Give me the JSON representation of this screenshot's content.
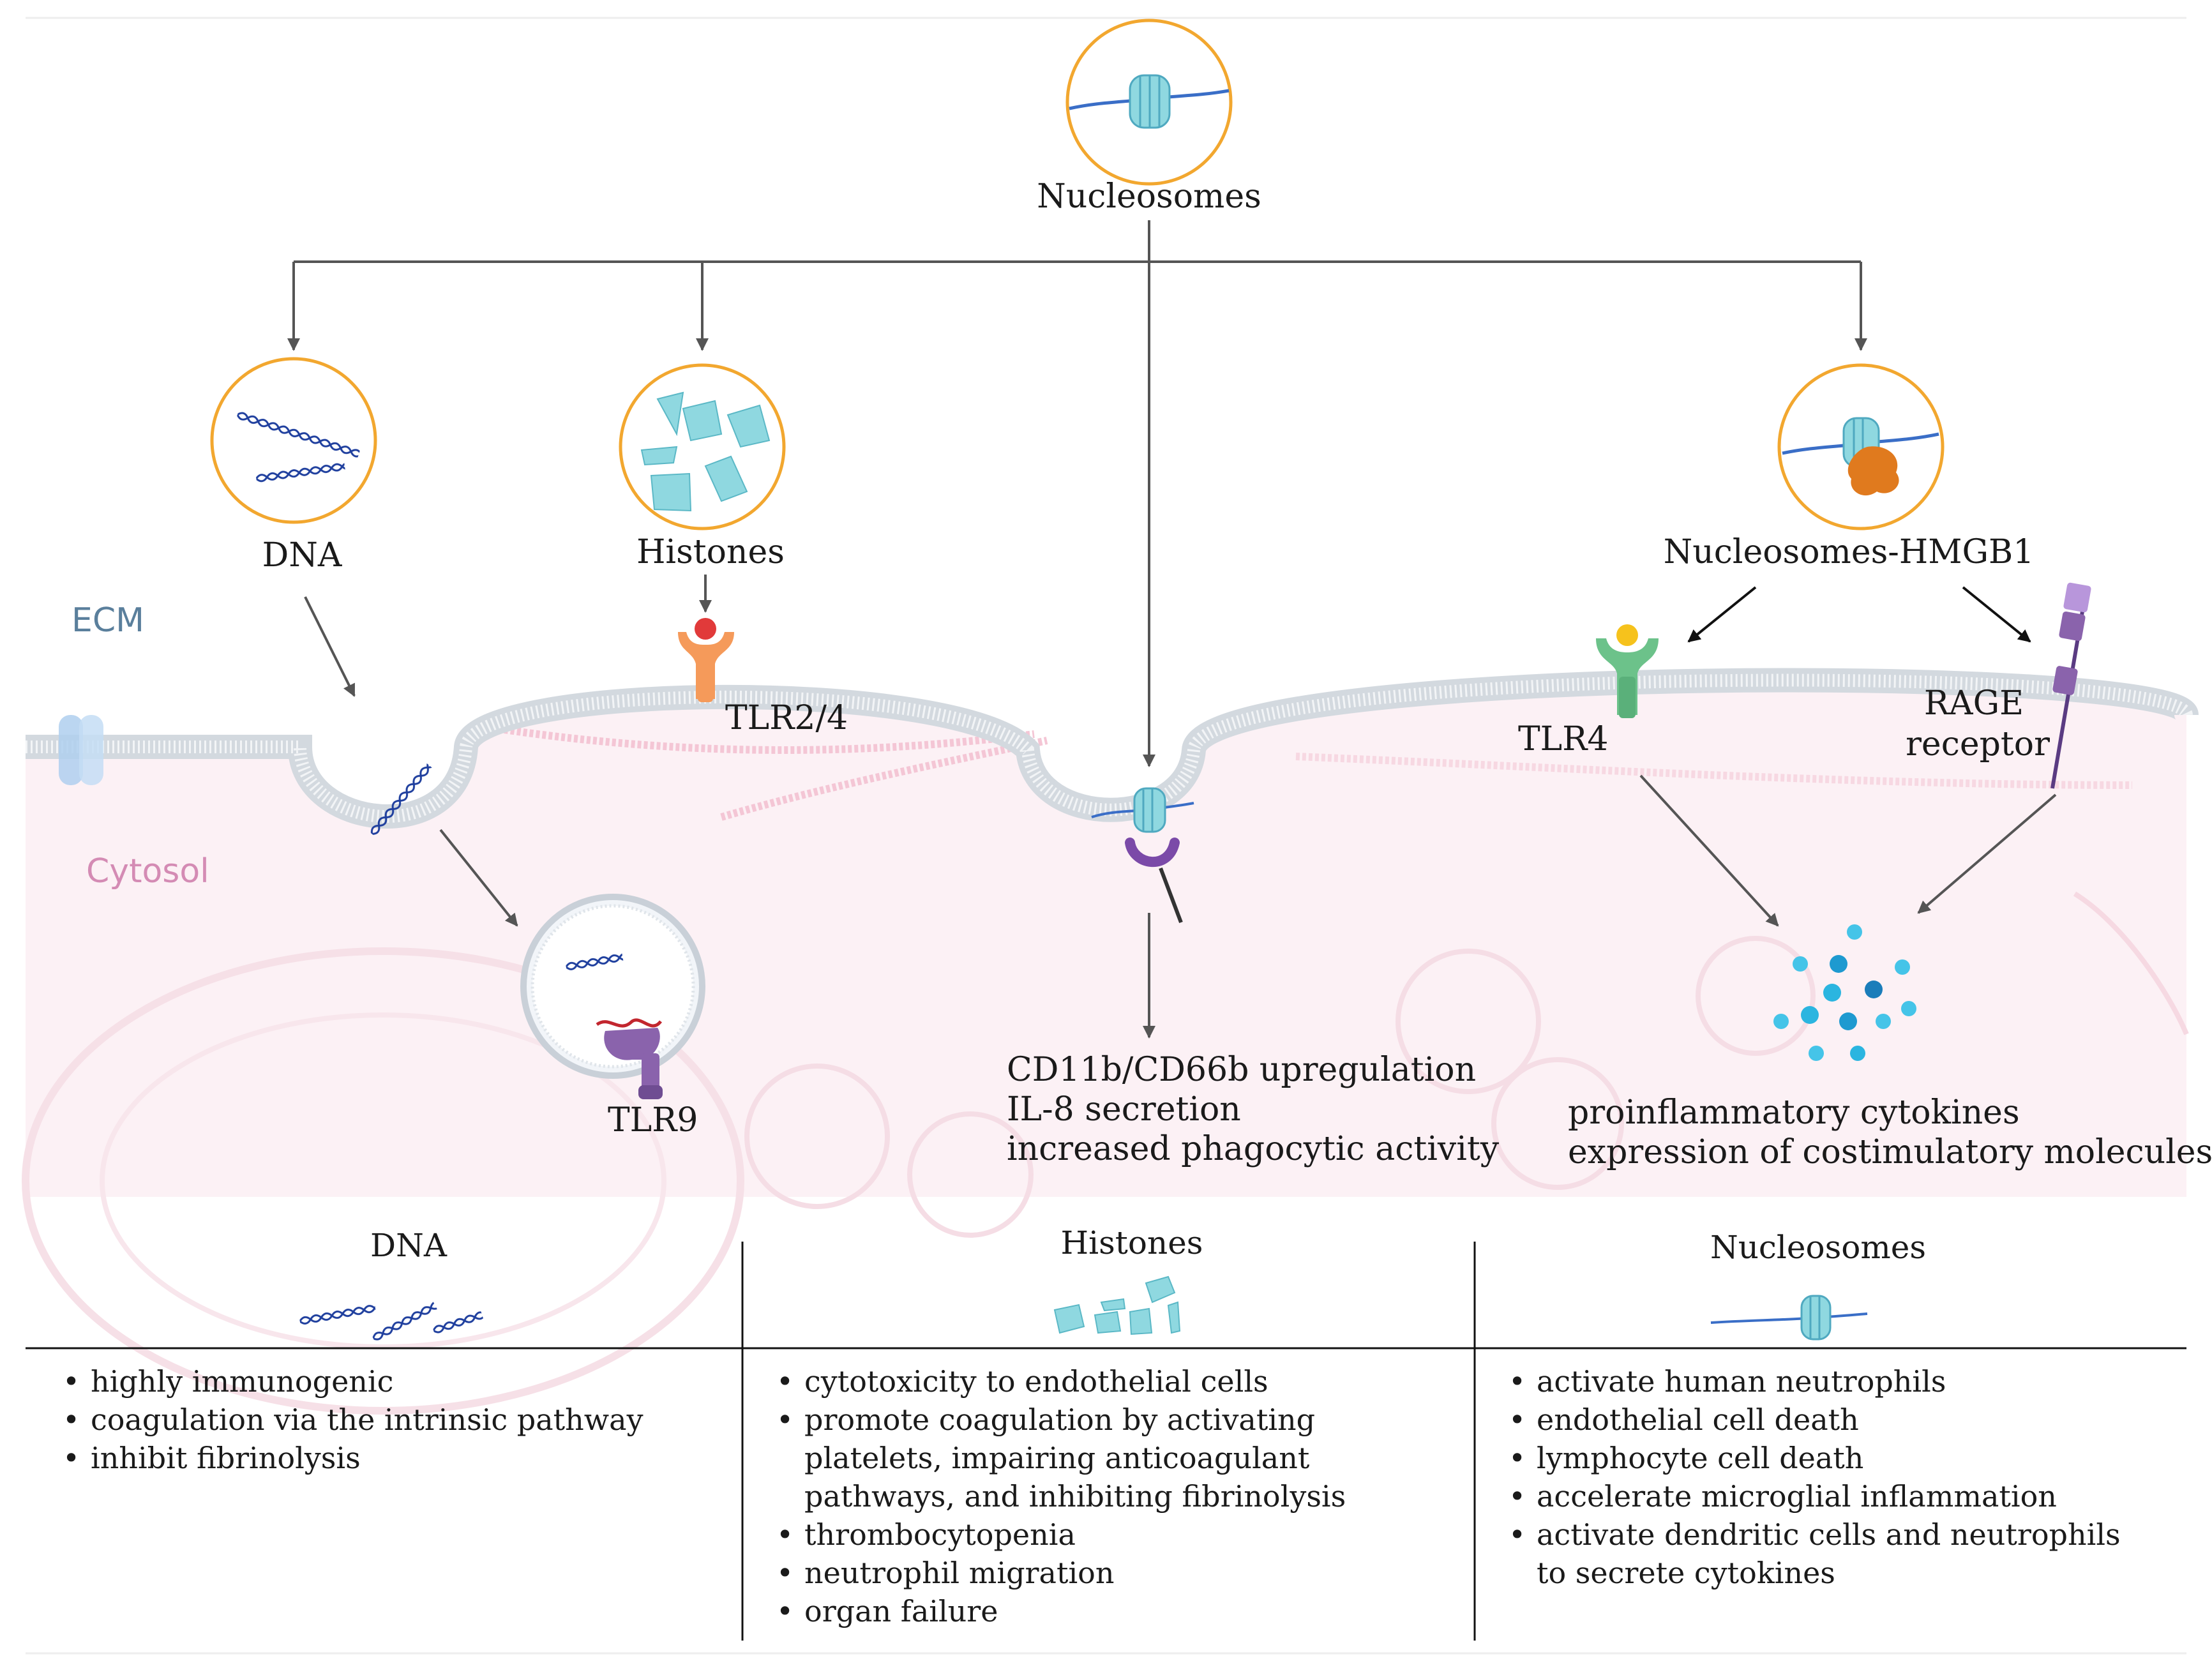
{
  "top": {
    "label": "Nucleosomes"
  },
  "branches": {
    "dna": "DNA",
    "histones": "Histones",
    "nuc_hmgb1": "Nucleosomes-HMGB1"
  },
  "regions": {
    "ecm": "ECM",
    "cytosol": "Cytosol"
  },
  "receptors": {
    "tlr24": "TLR2/4",
    "tlr9": "TLR9",
    "tlr4": "TLR4",
    "rage": [
      "RAGE",
      "receptor"
    ]
  },
  "outcomes": {
    "center": [
      "CD11b/CD66b upregulation",
      "IL-8 secretion",
      "increased phagocytic activity"
    ],
    "right": [
      "proinflammatory cytokines",
      "expression of costimulatory molecules"
    ]
  },
  "table": {
    "columns": [
      {
        "title": "DNA",
        "icon": "dna-icon",
        "items": [
          "highly immunogenic",
          "coagulation via the intrinsic pathway",
          "inhibit fibrinolysis"
        ]
      },
      {
        "title": "Histones",
        "icon": "histone-fragments-icon",
        "items": [
          "cytotoxicity to endothelial cells",
          "promote coagulation by activating platelets, impairing anticoagulant pathways, and inhibiting fibrinolysis",
          "thrombocytopenia",
          "neutrophil migration",
          "organ failure"
        ]
      },
      {
        "title": "Nucleosomes",
        "icon": "nucleosome-icon",
        "items": [
          "activate human neutrophils",
          "endothelial cell death",
          "lymphocyte cell death",
          "accelerate microglial inflammation",
          "activate dendritic cells and neutrophils to secrete cytokines"
        ]
      }
    ]
  },
  "colors": {
    "circle_outline": "#F2A72F",
    "dna_blue": "#1F3F9E",
    "histone_cyan": "#8FD8E0",
    "arrow_gray": "#555555",
    "membrane": "#D9DEE3",
    "cytosol_pink": "#FBEFF3",
    "tlr24_orange": "#F59A5A",
    "tlr4_green": "#6CC28A",
    "tlr9_purple": "#8A63AC",
    "hmgb1_orange": "#E07A1E",
    "cytokine_blue": "#2BB5E0"
  }
}
